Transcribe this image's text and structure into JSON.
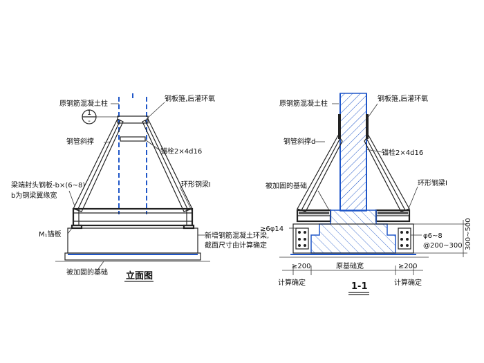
{
  "left": {
    "col_label": "原钢筋混凝土柱",
    "steel_hoop_label": "钢板箍,后灌环氧",
    "detail_ref": "1",
    "brace_label": "钢管斜撑",
    "anchor_label": "锚栓2×4d16",
    "end_plate_label_1": "梁端封头钢板-b×(6~8)",
    "end_plate_label_2": "b为钢梁翼缘宽",
    "ring_beam_label": "环形钢梁I",
    "m_plate_label": "M₁锚板",
    "new_beam_label_1": "新增钢筋混凝土环梁,",
    "new_beam_label_2": "截面尺寸由计算确定",
    "foundation_label": "被加固的基础",
    "title": "立面图"
  },
  "right": {
    "col_label": "原钢筋混凝土柱",
    "steel_hoop_label": "钢板箍,后灌环氧",
    "brace_label": "钢管斜撑d",
    "anchor_label": "锚栓2×4d16",
    "foundation_label": "被加固的基础",
    "ring_beam_label": "环形钢梁I",
    "rebar_label": "≥6φ14",
    "stirrup_label_1": "φ6~8",
    "stirrup_label_2": "@200~300",
    "height_label": "300~500",
    "dim_left": "≥200",
    "dim_mid": "原基础宽",
    "dim_right": "≥200",
    "calc_left": "计算确定",
    "calc_right": "计算确定",
    "title": "1-1"
  }
}
